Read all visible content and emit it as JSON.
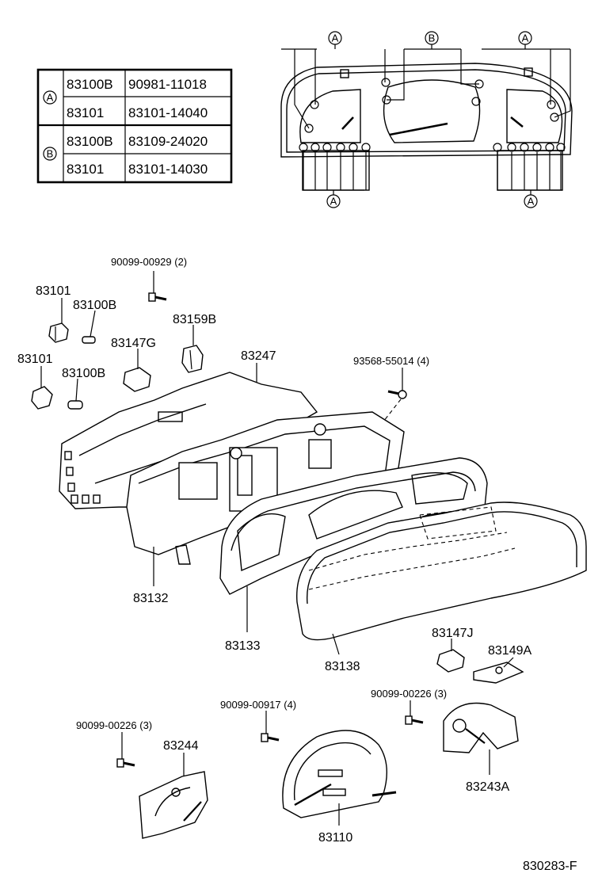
{
  "table": {
    "groups": [
      {
        "symbol": "A",
        "rows": [
          [
            "83100B",
            "90981-11018"
          ],
          [
            "83101",
            "83101-14040"
          ]
        ]
      },
      {
        "symbol": "B",
        "rows": [
          [
            "83100B",
            "83109-24020"
          ],
          [
            "83101",
            "83101-14030"
          ]
        ]
      }
    ]
  },
  "cluster_markers": {
    "left_top": "A",
    "center_top": "B",
    "right_top": "A",
    "left_bottom": "A",
    "right_bottom": "A"
  },
  "labels": {
    "screw_00929": "90099-00929 (2)",
    "p83101_a": "83101",
    "p83100b_a": "83100B",
    "p83159b": "83159B",
    "p83147g": "83147G",
    "p83101_b": "83101",
    "p83100b_b": "83100B",
    "p83247": "83247",
    "screw_55014": "93568-55014 (4)",
    "p83132": "83132",
    "p83133": "83133",
    "p83138": "83138",
    "p83147j": "83147J",
    "p83149a": "83149A",
    "screw_00226_r": "90099-00226 (3)",
    "screw_00917": "90099-00917 (4)",
    "screw_00226_l": "90099-00226 (3)",
    "p83244": "83244",
    "p83243a": "83243A",
    "p83110": "83110",
    "figure_code": "830283-F"
  }
}
